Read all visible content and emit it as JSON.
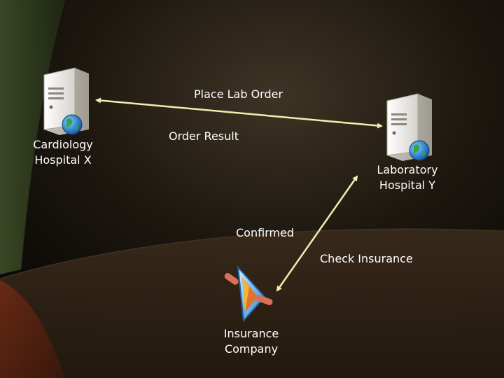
{
  "nodes": {
    "cardiology": {
      "line1": "Cardiology",
      "line2": "Hospital X"
    },
    "laboratory": {
      "line1": "Laboratory",
      "line2": "Hospital Y"
    },
    "insurance": {
      "line1": "Insurance",
      "line2": "Company"
    }
  },
  "labels": {
    "place_lab_order": "Place Lab Order",
    "order_result": "Order Result",
    "confirmed": "Confirmed",
    "check_insurance": "Check Insurance"
  },
  "colors": {
    "connector": "#f2eeb0",
    "text": "#ffffff"
  }
}
